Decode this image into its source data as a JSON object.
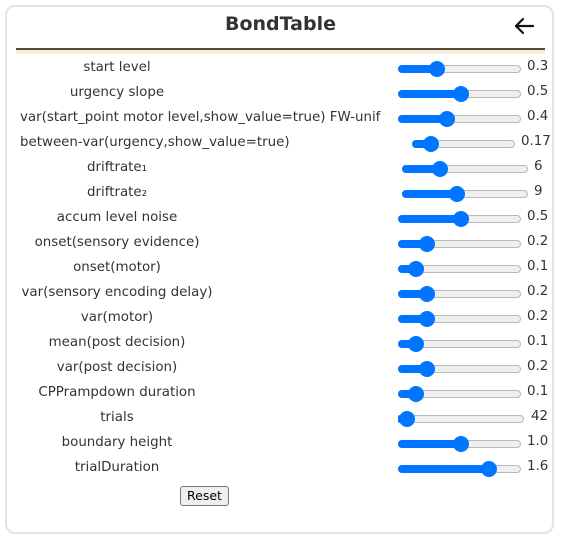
{
  "header": {
    "title": "BondTable",
    "back_icon": "arrow-left-icon"
  },
  "colors": {
    "accent": "#0075ff",
    "divider": "#5a4a3a",
    "text": "#333333"
  },
  "parameters": [
    {
      "label": "start level",
      "value": "0.3",
      "fraction": 0.31
    },
    {
      "label": "urgency slope",
      "value": "0.5",
      "fraction": 0.5
    },
    {
      "label": "var(start_point motor level,show_value=true) FW-unif",
      "value": "0.4",
      "fraction": 0.39
    },
    {
      "label": "between-var(urgency,show_value=true)",
      "value": "0.17",
      "fraction": 0.17
    },
    {
      "label": "driftrate₁",
      "value": "6",
      "fraction": 0.29
    },
    {
      "label": "driftrate₂",
      "value": "9",
      "fraction": 0.43
    },
    {
      "label": "accum level noise",
      "value": "0.5",
      "fraction": 0.5
    },
    {
      "label": "onset(sensory evidence)",
      "value": "0.2",
      "fraction": 0.23
    },
    {
      "label": "onset(motor)",
      "value": "0.1",
      "fraction": 0.14
    },
    {
      "label": "var(sensory encoding delay)",
      "value": "0.2",
      "fraction": 0.23
    },
    {
      "label": "var(motor)",
      "value": "0.2",
      "fraction": 0.23
    },
    {
      "label": "mean(post decision)",
      "value": "0.1",
      "fraction": 0.14
    },
    {
      "label": "var(post decision)",
      "value": "0.2",
      "fraction": 0.23
    },
    {
      "label": "CPPrampdown duration",
      "value": "0.1",
      "fraction": 0.14
    },
    {
      "label": "trials",
      "value": "42",
      "fraction": 0.02
    },
    {
      "label": "boundary height",
      "value": "1.0",
      "fraction": 0.5
    },
    {
      "label": "trialDuration",
      "value": "1.6",
      "fraction": 0.73
    }
  ],
  "reset_label": "Reset"
}
